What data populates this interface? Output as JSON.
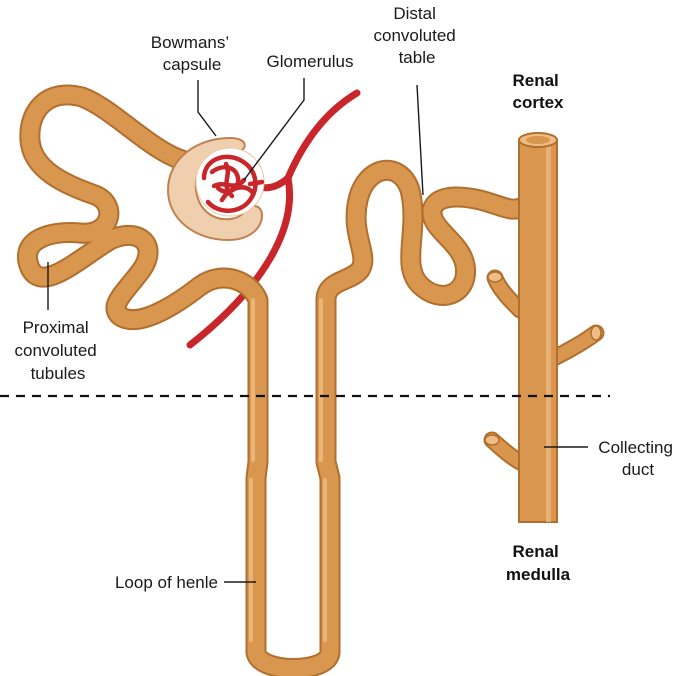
{
  "labels": {
    "bowmans_capsule": [
      "Bowmans’",
      "capsule"
    ],
    "glomerulus": "Glomerulus",
    "distal": [
      "Distal",
      "convoluted",
      "table"
    ],
    "renal_cortex": [
      "Renal",
      "cortex"
    ],
    "proximal": [
      "Proximal",
      "convoluted",
      "tubules"
    ],
    "collecting_duct": [
      "Collecting",
      "duct"
    ],
    "renal_medulla": [
      "Renal",
      "medulla"
    ],
    "loop_of_henle": "Loop of henle"
  },
  "colors": {
    "tubule_fill": "#d8964e",
    "tubule_stroke": "#b06f2e",
    "tubule_highlight": "#eebd85",
    "vessel": "#c8262b",
    "capsule_fill": "#efcfad",
    "capsule_stroke": "#c08050",
    "divider": "#111111"
  }
}
